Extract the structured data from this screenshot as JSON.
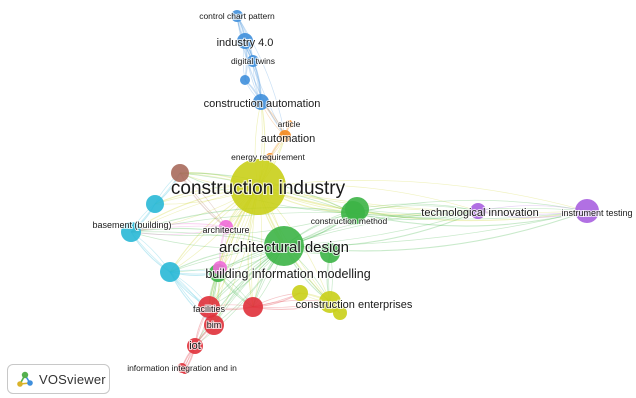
{
  "app": {
    "brand_label": "VOSviewer",
    "logo_icon": "vosviewer-logo-icon"
  },
  "clusters": {
    "red": "#e0303a",
    "green": "#3cb446",
    "blue": "#3f8fdc",
    "yellow": "#c9cf18",
    "purple": "#a860e0",
    "cyan": "#29b8d6",
    "orange": "#f58a1e",
    "brown": "#a86a5c",
    "pink": "#f06cd8"
  },
  "nodes": [
    {
      "id": "construction-industry",
      "label": "construction industry",
      "cluster": "yellow",
      "weight": 1.0
    },
    {
      "id": "architectural-design",
      "label": "architectural design",
      "cluster": "green",
      "weight": 0.62
    },
    {
      "id": "building-information-modelling",
      "label": "building information modelling",
      "cluster": "green",
      "weight": 0.3
    },
    {
      "id": "construction-method",
      "label": "construction method",
      "cluster": "green",
      "weight": 0.38
    },
    {
      "id": "construction-enterprises",
      "label": "construction enterprises",
      "cluster": "yellow",
      "weight": 0.3
    },
    {
      "id": "technological-innovation",
      "label": "technological innovation",
      "cluster": "purple",
      "weight": 0.18
    },
    {
      "id": "instrument-testing",
      "label": "instrument testing",
      "cluster": "purple",
      "weight": 0.3
    },
    {
      "id": "basement-building",
      "label": "basement (building)",
      "cluster": "cyan",
      "weight": 0.26
    },
    {
      "id": "architecture",
      "label": "architecture",
      "cluster": "pink",
      "weight": 0.18
    },
    {
      "id": "construction-automation",
      "label": "construction automation",
      "cluster": "blue",
      "weight": 0.2
    },
    {
      "id": "automation",
      "label": "automation",
      "cluster": "orange",
      "weight": 0.16
    },
    {
      "id": "article",
      "label": "article",
      "cluster": "orange",
      "weight": 0.12
    },
    {
      "id": "energy-requirement",
      "label": "energy requirement",
      "cluster": "orange",
      "weight": 0.12
    },
    {
      "id": "industry-4-0",
      "label": "industry 4.0",
      "cluster": "blue",
      "weight": 0.2
    },
    {
      "id": "digital-twins",
      "label": "digital twins",
      "cluster": "blue",
      "weight": 0.16
    },
    {
      "id": "control-chart-pattern",
      "label": "control chart pattern",
      "cluster": "blue",
      "weight": 0.14
    },
    {
      "id": "facilities",
      "label": "facilities",
      "cluster": "red",
      "weight": 0.22
    },
    {
      "id": "bim",
      "label": "bim",
      "cluster": "red",
      "weight": 0.2
    },
    {
      "id": "iot",
      "label": "iot",
      "cluster": "red",
      "weight": 0.16
    },
    {
      "id": "information-integration",
      "label": "information integration and in",
      "cluster": "red",
      "weight": 0.1
    },
    {
      "id": "node-brown",
      "label": "",
      "cluster": "brown",
      "weight": 0.2
    },
    {
      "id": "node-cyan-a",
      "label": "",
      "cluster": "cyan",
      "weight": 0.2
    },
    {
      "id": "node-cyan-b",
      "label": "",
      "cluster": "cyan",
      "weight": 0.22
    },
    {
      "id": "node-red-a",
      "label": "",
      "cluster": "red",
      "weight": 0.22
    },
    {
      "id": "node-pink-b",
      "label": "",
      "cluster": "pink",
      "weight": 0.16
    },
    {
      "id": "node-yellow-b",
      "label": "",
      "cluster": "yellow",
      "weight": 0.18
    },
    {
      "id": "node-yellow-c",
      "label": "",
      "cluster": "yellow",
      "weight": 0.16
    },
    {
      "id": "node-green-b",
      "label": "",
      "cluster": "green",
      "weight": 0.26
    },
    {
      "id": "node-green-c",
      "label": "",
      "cluster": "green",
      "weight": 0.2
    },
    {
      "id": "node-red-b",
      "label": "",
      "cluster": "red",
      "weight": 0.14
    },
    {
      "id": "node-blue-b",
      "label": "",
      "cluster": "blue",
      "weight": 0.14
    }
  ],
  "links": [
    [
      "construction-industry",
      "architectural-design"
    ],
    [
      "construction-industry",
      "construction-method"
    ],
    [
      "construction-industry",
      "technological-innovation"
    ],
    [
      "construction-industry",
      "instrument-testing"
    ],
    [
      "construction-industry",
      "basement-building"
    ],
    [
      "construction-industry",
      "building-information-modelling"
    ],
    [
      "construction-industry",
      "construction-enterprises"
    ],
    [
      "construction-industry",
      "automation"
    ],
    [
      "construction-industry",
      "energy-requirement"
    ],
    [
      "construction-industry",
      "construction-automation"
    ],
    [
      "construction-industry",
      "node-brown"
    ],
    [
      "construction-industry",
      "architecture"
    ],
    [
      "construction-industry",
      "facilities"
    ],
    [
      "construction-industry",
      "bim"
    ],
    [
      "construction-industry",
      "node-red-a"
    ],
    [
      "construction-industry",
      "node-cyan-a"
    ],
    [
      "construction-industry",
      "node-cyan-b"
    ],
    [
      "architectural-design",
      "construction-method"
    ],
    [
      "architectural-design",
      "technological-innovation"
    ],
    [
      "architectural-design",
      "instrument-testing"
    ],
    [
      "architectural-design",
      "building-information-modelling"
    ],
    [
      "architectural-design",
      "construction-enterprises"
    ],
    [
      "architectural-design",
      "node-green-b"
    ],
    [
      "architectural-design",
      "node-green-c"
    ],
    [
      "architectural-design",
      "basement-building"
    ],
    [
      "architectural-design",
      "node-red-a"
    ],
    [
      "architectural-design",
      "facilities"
    ],
    [
      "architectural-design",
      "bim"
    ],
    [
      "architectural-design",
      "iot"
    ],
    [
      "architectural-design",
      "node-cyan-b"
    ],
    [
      "construction-method",
      "technological-innovation"
    ],
    [
      "construction-method",
      "instrument-testing"
    ],
    [
      "construction-method",
      "node-green-b"
    ],
    [
      "construction-method",
      "node-brown"
    ],
    [
      "construction-method",
      "basement-building"
    ],
    [
      "technological-innovation",
      "instrument-testing"
    ],
    [
      "basement-building",
      "node-cyan-a"
    ],
    [
      "basement-building",
      "node-cyan-b"
    ],
    [
      "node-cyan-a",
      "node-brown"
    ],
    [
      "node-cyan-b",
      "facilities"
    ],
    [
      "node-cyan-b",
      "bim"
    ],
    [
      "node-cyan-b",
      "building-information-modelling"
    ],
    [
      "building-information-modelling",
      "facilities"
    ],
    [
      "building-information-modelling",
      "bim"
    ],
    [
      "building-information-modelling",
      "node-red-a"
    ],
    [
      "building-information-modelling",
      "node-pink-b"
    ],
    [
      "facilities",
      "bim"
    ],
    [
      "facilities",
      "node-red-a"
    ],
    [
      "facilities",
      "iot"
    ],
    [
      "bim",
      "iot"
    ],
    [
      "iot",
      "information-integration"
    ],
    [
      "node-red-a",
      "construction-enterprises"
    ],
    [
      "node-red-a",
      "node-yellow-b"
    ],
    [
      "construction-enterprises",
      "node-yellow-b"
    ],
    [
      "construction-enterprises",
      "node-yellow-c"
    ],
    [
      "automation",
      "construction-automation"
    ],
    [
      "automation",
      "article"
    ],
    [
      "automation",
      "energy-requirement"
    ],
    [
      "construction-automation",
      "digital-twins"
    ],
    [
      "construction-automation",
      "industry-4-0"
    ],
    [
      "construction-automation",
      "node-blue-b"
    ],
    [
      "digital-twins",
      "industry-4-0"
    ],
    [
      "industry-4-0",
      "control-chart-pattern"
    ],
    [
      "digital-twins",
      "control-chart-pattern"
    ],
    [
      "node-blue-b",
      "industry-4-0"
    ],
    [
      "control-chart-pattern",
      "automation"
    ],
    [
      "architecture",
      "node-pink-b"
    ],
    [
      "architecture",
      "basement-building"
    ],
    [
      "node-brown",
      "architecture"
    ],
    [
      "node-green-c",
      "construction-enterprises"
    ],
    [
      "node-green-b",
      "technological-innovation"
    ],
    [
      "node-red-b",
      "information-integration"
    ],
    [
      "node-red-b",
      "iot"
    ]
  ]
}
